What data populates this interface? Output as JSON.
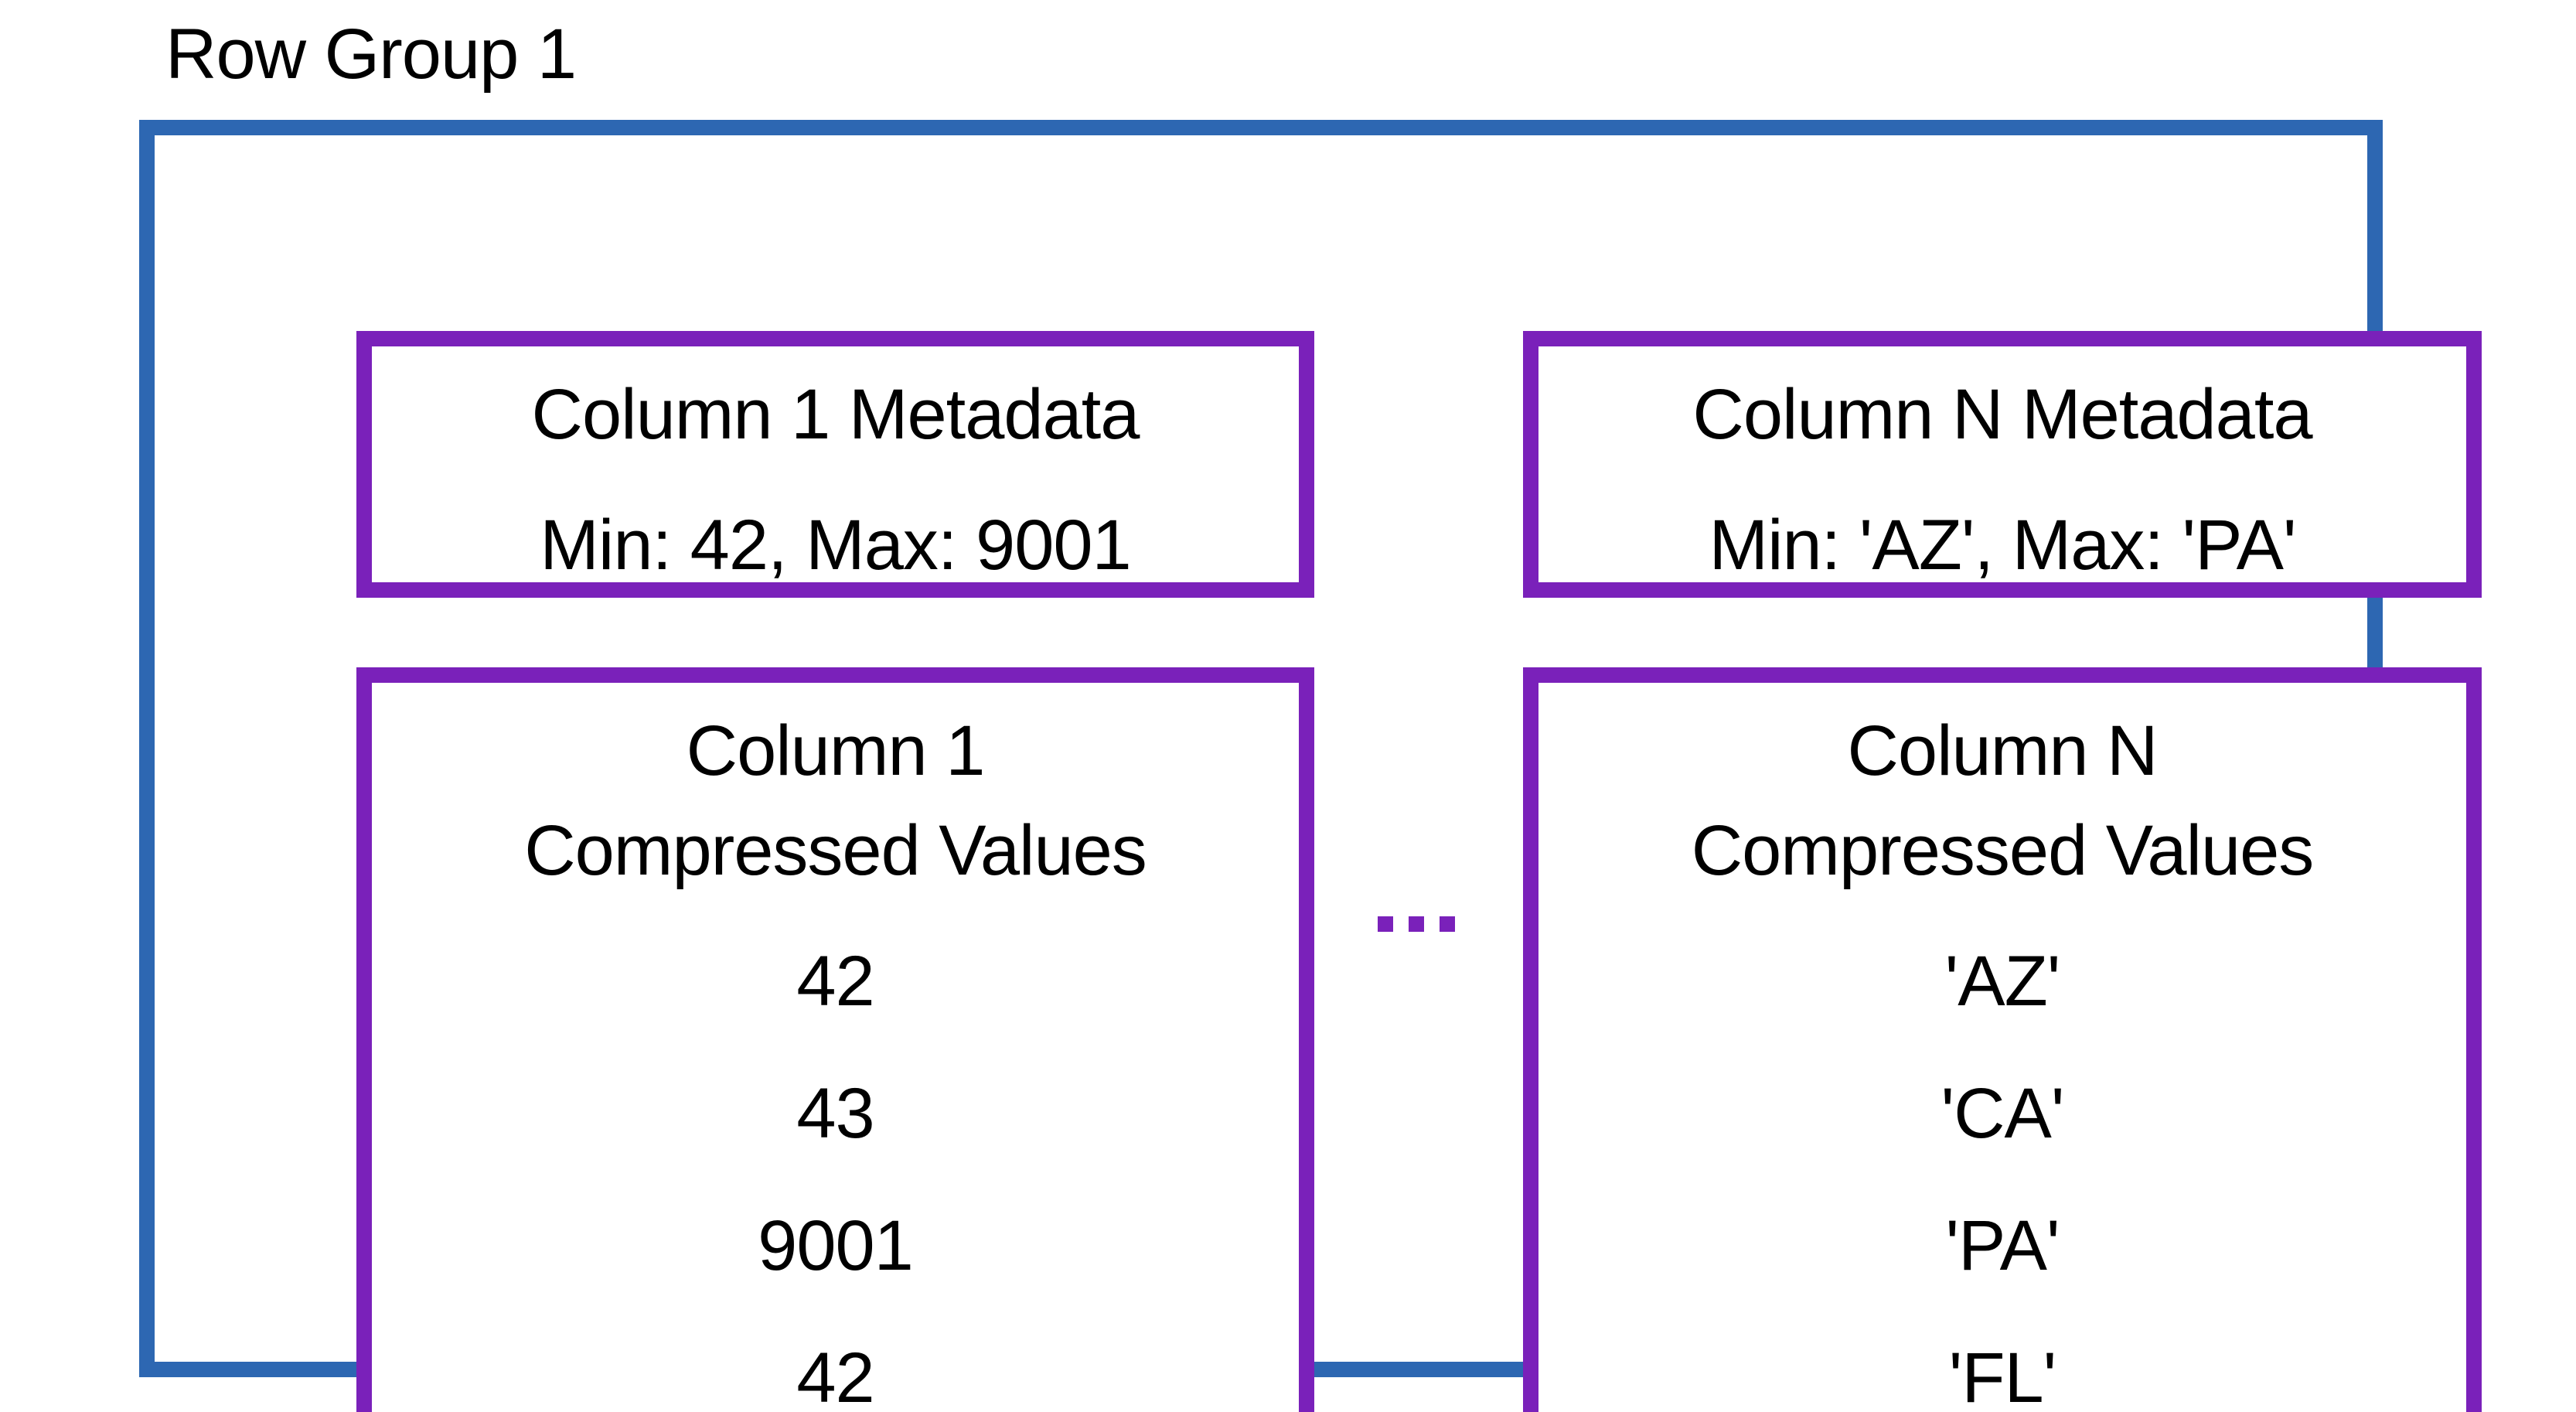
{
  "title": "Row Group 1",
  "colors": {
    "row_group_border": "#2D67B2",
    "column_box_border": "#7A21BA",
    "text": "#000000",
    "background": "#FFFFFF"
  },
  "ellipsis": {
    "glyph": "...",
    "icon": "ellipsis-squares"
  },
  "columns": [
    {
      "metadata": {
        "line1": "Column 1 Metadata",
        "line2": "Min: 42, Max: 9001"
      },
      "values": {
        "line1": "Column 1",
        "line2": "Compressed Values",
        "items": [
          "42",
          "43",
          "9001",
          "42"
        ]
      }
    },
    {
      "metadata": {
        "line1": "Column N Metadata",
        "line2": "Min: 'AZ', Max: 'PA'"
      },
      "values": {
        "line1": "Column N",
        "line2": "Compressed Values",
        "items": [
          "'AZ'",
          "'CA'",
          "'PA'",
          "'FL'"
        ]
      }
    }
  ]
}
